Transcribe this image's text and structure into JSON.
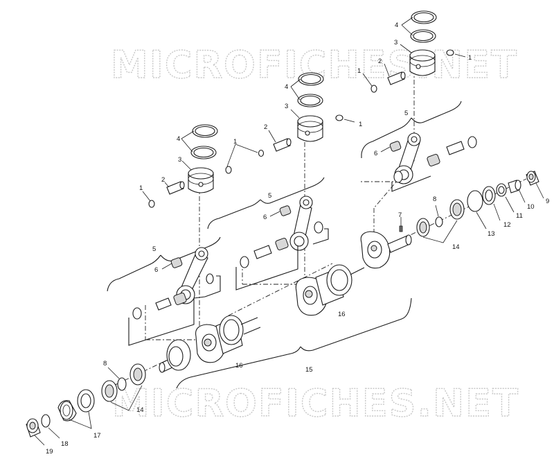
{
  "watermark": {
    "top": "MICROFICHES.NET",
    "bottom": "MICROFICHES.NET"
  },
  "callouts": {
    "c1": "1",
    "c2": "2",
    "c3": "3",
    "c4": "4",
    "c5": "5",
    "c6": "6",
    "c7": "7",
    "c8": "8",
    "c9": "9",
    "c10": "10",
    "c11": "11",
    "c12": "12",
    "c13": "13",
    "c14": "14",
    "c15": "15",
    "c16": "16",
    "c17": "17",
    "c18": "18",
    "c19": "19"
  }
}
